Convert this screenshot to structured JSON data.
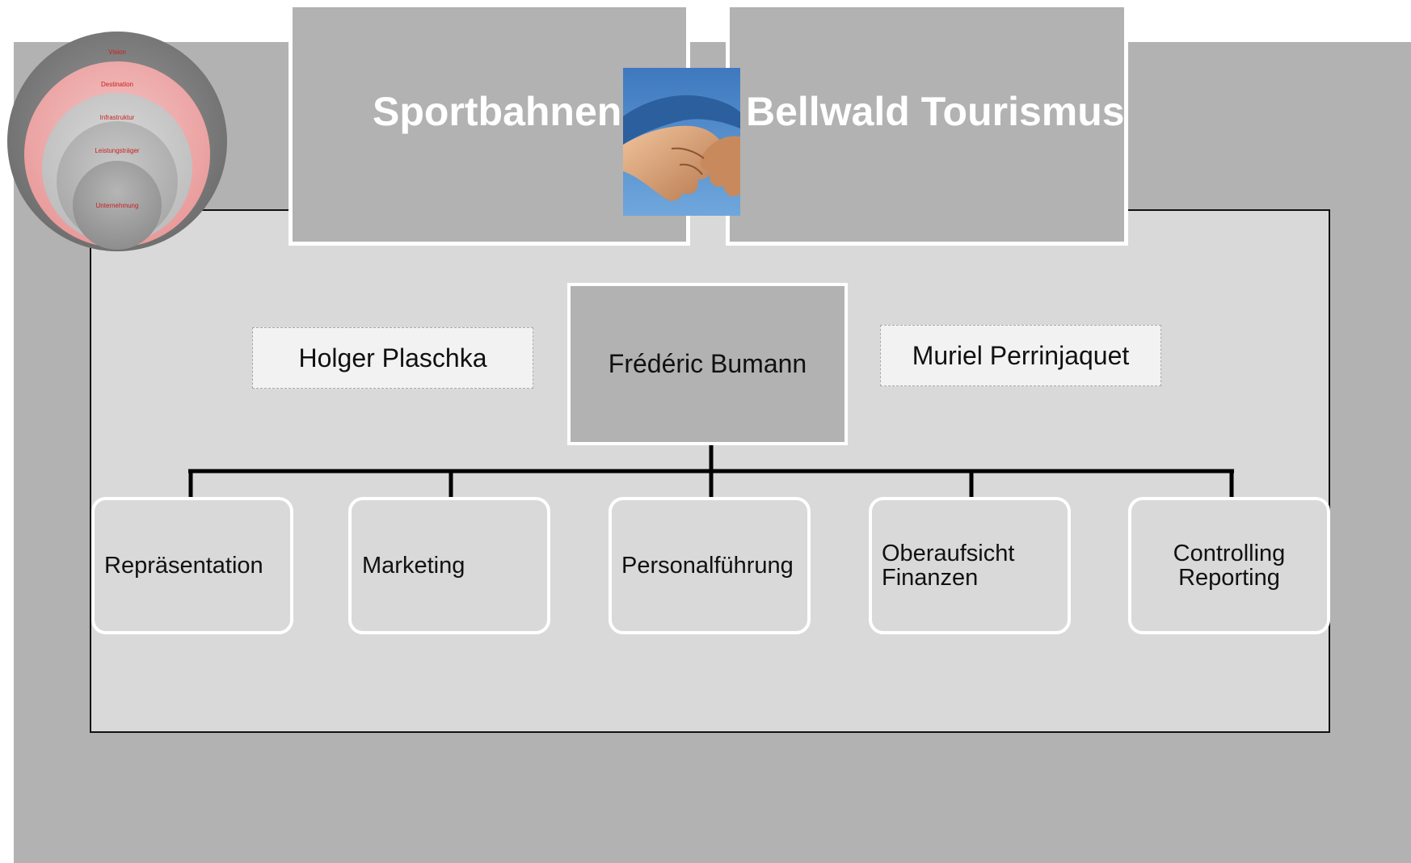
{
  "logo_circles": {
    "rings": [
      "Vision",
      "Destination",
      "Infrastruktur",
      "Leistungsträger",
      "Unternehmung"
    ],
    "label_color": "#cc1f1f"
  },
  "header": {
    "left_title": "Sportbahnen",
    "right_title": "Bellwald Tourismus",
    "center_image": "handshake"
  },
  "org": {
    "head": "Frédéric Bumann",
    "side_left": "Holger Plaschka",
    "side_right": "Muriel Perrinjaquet",
    "departments": [
      {
        "label": "Repräsentation"
      },
      {
        "label": "Marketing"
      },
      {
        "label": "Personalführung"
      },
      {
        "label": "Oberaufsicht\nFinanzen"
      },
      {
        "label": "Controlling\nReporting"
      }
    ]
  },
  "colors": {
    "slide_bg": "#b2b2b2",
    "panel_bg": "#d9d9d9",
    "title_text": "#ffffff"
  }
}
